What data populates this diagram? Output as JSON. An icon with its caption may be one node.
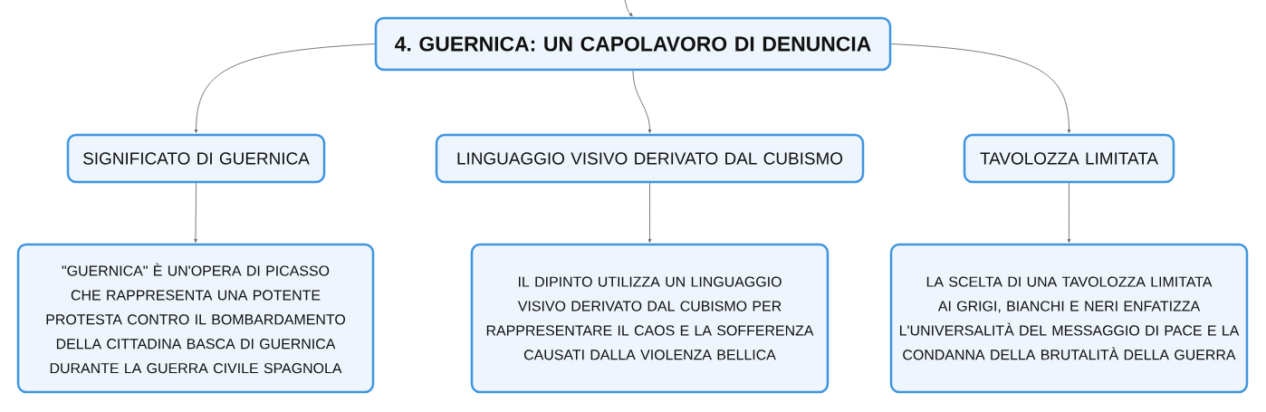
{
  "diagram": {
    "nodes": [
      {
        "text": [
          "4. GUERNICA: UN CAPOLAVORO DI DENUNCIA"
        ]
      },
      {
        "text": [
          "SIGNIFICATO DI GUERNICA"
        ]
      },
      {
        "text": [
          "LINGUAGGIO VISIVO DERIVATO DAL CUBISMO"
        ]
      },
      {
        "text": [
          "TAVOLOZZA LIMITATA"
        ]
      },
      {
        "text": [
          "\"GUERNICA\" È UN'OPERA DI PICASSO CHE RAPPRESENTA UNA POTENTE PROTESTA CONTRO IL BOMBARDAMENTO DELLA CITTADINA BASCA DI GUERNICA DURANTE LA GUERRA CIVILE SPAGNOLA"
        ]
      },
      {
        "text": [
          "IL DIPINTO UTILIZZA UN LINGUAGGIO VISIVO DERIVATO DAL CUBISMO PER RAPPRESENTARE IL CAOS E LA SOFFERENZA CAUSATI DALLA VIOLENZA BELLICA"
        ]
      },
      {
        "text": [
          "LA SCELTA DI UNA TAVOLOZZA LIMITATA AI GRIGI, BIANCHI E NERI ENFATIZZA L'UNIVERSALITÀ DEL MESSAGGIO DI PACE E LA CONDANNA DELLA BRUTALITÀ DELLA GUERRA"
        ]
      }
    ],
    "edges": [
      {
        "from": null,
        "to": 0,
        "arrow": "to"
      },
      {
        "from": 0,
        "to": 1,
        "arrow": "to"
      },
      {
        "from": 0,
        "to": 2,
        "arrow": "to"
      },
      {
        "from": 0,
        "to": 3,
        "arrow": "to"
      },
      {
        "from": 1,
        "to": 4,
        "arrow": "to"
      },
      {
        "from": 2,
        "to": 5,
        "arrow": "to"
      },
      {
        "from": 3,
        "to": 6,
        "arrow": "to"
      }
    ]
  }
}
